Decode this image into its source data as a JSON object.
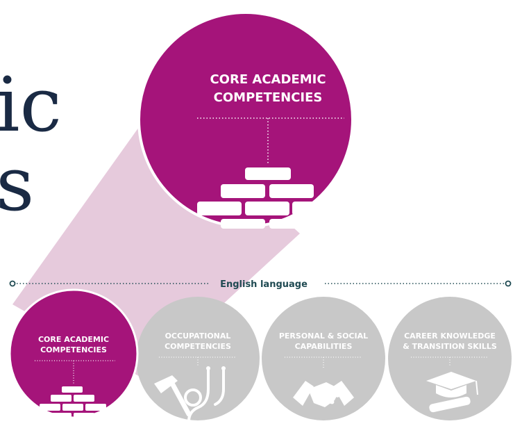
{
  "heading_fragment": {
    "line1": "ic",
    "line2": "s"
  },
  "bar_label": "English language",
  "zoom": {
    "title_line1": "CORE ACADEMIC",
    "title_line2": "COMPETENCIES",
    "icon": "bricks-icon"
  },
  "circles": [
    {
      "line1": "CORE ACADEMIC",
      "line2": "COMPETENCIES",
      "icon": "bricks-icon",
      "active": true
    },
    {
      "line1": "OCCUPATIONAL",
      "line2": "COMPETENCIES",
      "icon": "hammer-stethoscope-icon",
      "active": false
    },
    {
      "line1": "PERSONAL & SOCIAL",
      "line2": "CAPABILITIES",
      "icon": "handshake-icon",
      "active": false
    },
    {
      "line1": "CAREER KNOWLEDGE",
      "line2": "& TRANSITION SKILLS",
      "icon": "graduation-cap-icon",
      "active": false
    }
  ],
  "colors": {
    "primary": "#a5147a",
    "inactive": "#c8c8c8",
    "beam": "#e6cadc",
    "teal": "#1f4a52",
    "heading": "#1a2a44"
  }
}
